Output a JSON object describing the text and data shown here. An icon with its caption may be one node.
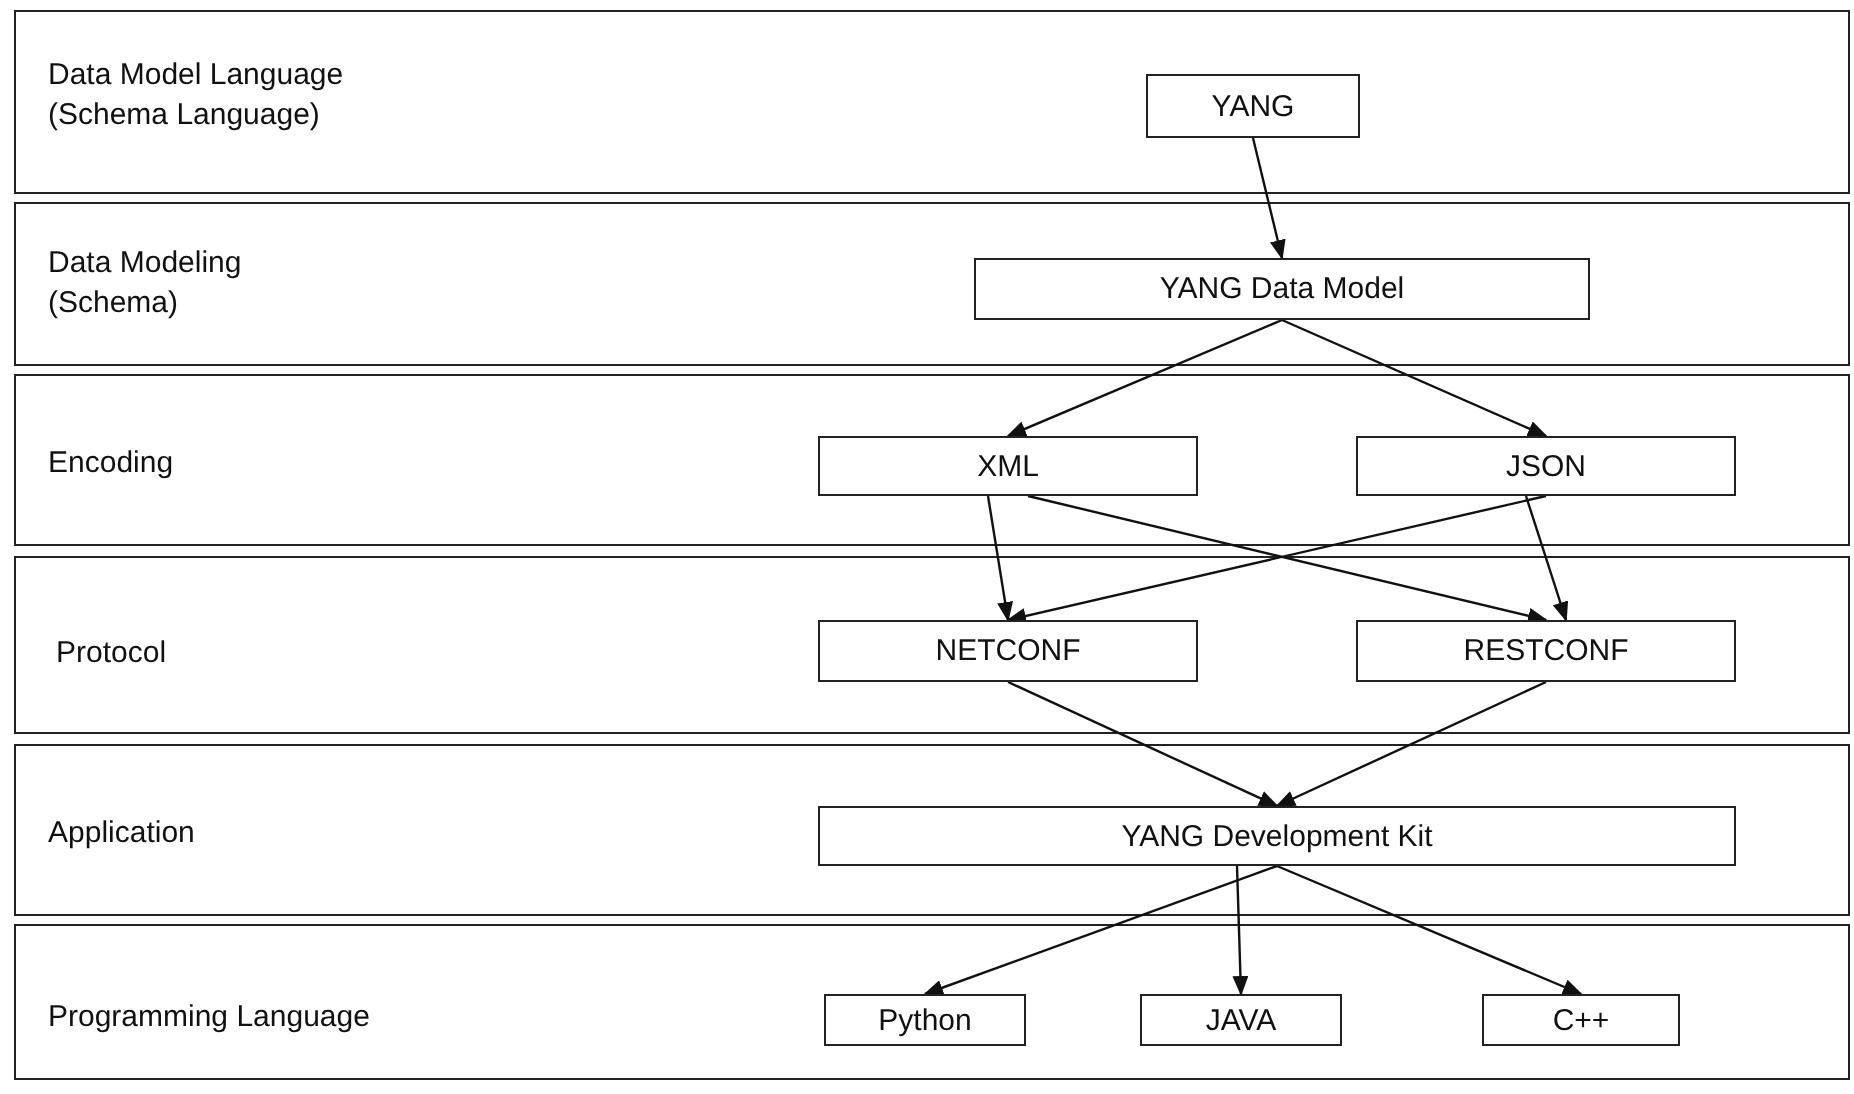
{
  "diagram": {
    "nodes": [
      {
        "text": [
          "Data Model Language (Schema Language)"
        ]
      },
      {
        "text": [
          "YANG"
        ],
        "in": 0
      },
      {
        "text": [
          "Data Modeling (Schema)"
        ]
      },
      {
        "text": [
          "YANG Data Model"
        ],
        "in": 2
      },
      {
        "text": [
          "Encoding"
        ]
      },
      {
        "text": [
          "XML"
        ],
        "in": 4
      },
      {
        "text": [
          "JSON"
        ],
        "in": 4
      },
      {
        "text": [
          "Protocol"
        ]
      },
      {
        "text": [
          "NETCONF"
        ],
        "in": 7
      },
      {
        "text": [
          "RESTCONF"
        ],
        "in": 7
      },
      {
        "text": [
          "Application"
        ]
      },
      {
        "text": [
          "YANG Development Kit"
        ],
        "in": 10
      },
      {
        "text": [
          "Programming Language"
        ]
      },
      {
        "text": [
          "Python"
        ],
        "in": 12
      },
      {
        "text": [
          "JAVA"
        ],
        "in": 12
      },
      {
        "text": [
          "C++"
        ],
        "in": 12
      }
    ],
    "edges": [
      {
        "from": 1,
        "to": 3,
        "arrow": "to"
      },
      {
        "from": 3,
        "to": 5,
        "arrow": "to"
      },
      {
        "from": 3,
        "to": 6,
        "arrow": "to"
      },
      {
        "from": 5,
        "to": 8,
        "arrow": "to"
      },
      {
        "from": 5,
        "to": 9,
        "arrow": "to"
      },
      {
        "from": 6,
        "to": 8,
        "arrow": "to"
      },
      {
        "from": 6,
        "to": 9,
        "arrow": "to"
      },
      {
        "from": 8,
        "to": 11,
        "arrow": "to"
      },
      {
        "from": 9,
        "to": 11,
        "arrow": "to"
      },
      {
        "from": 11,
        "to": 13,
        "arrow": "to"
      },
      {
        "from": 11,
        "to": 14,
        "arrow": "to"
      },
      {
        "from": 11,
        "to": 15,
        "arrow": "to"
      }
    ]
  }
}
